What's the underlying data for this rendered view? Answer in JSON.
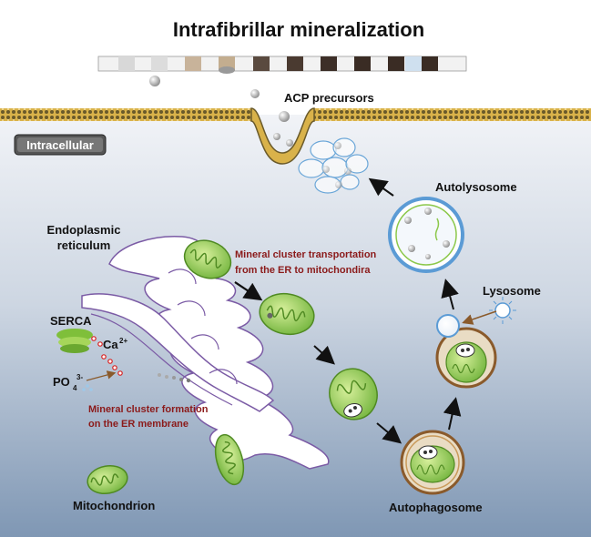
{
  "title": "Intrafibrillar mineralization",
  "labels": {
    "acp": "ACP precursors",
    "intracellular": "Intracellular",
    "er_line1": "Endoplasmic",
    "er_line2": "reticulum",
    "transport_line1": "Mineral cluster transportation",
    "transport_line2": "from the ER to mitochondira",
    "serca": "SERCA",
    "ca": "Ca",
    "ca_sup": "2+",
    "po": "PO",
    "po_sub": "4",
    "po_sup": "3-",
    "formation_line1": "Mineral cluster formation",
    "formation_line2": "on the ER membrane",
    "mitochondrion": "Mitochondrion",
    "autolysosome": "Autolysosome",
    "lysosome": "Lysosome",
    "autophagosome": "Autophagosome"
  },
  "colors": {
    "annotation_red": "#8b1a1a",
    "membrane_gold": "#d9b24a",
    "cytoplasm_top": "#eef1f6",
    "cytoplasm_bottom": "#7f97b4",
    "mito_green": "#8cc84b",
    "lysosome_blue": "#5b9bd5"
  }
}
